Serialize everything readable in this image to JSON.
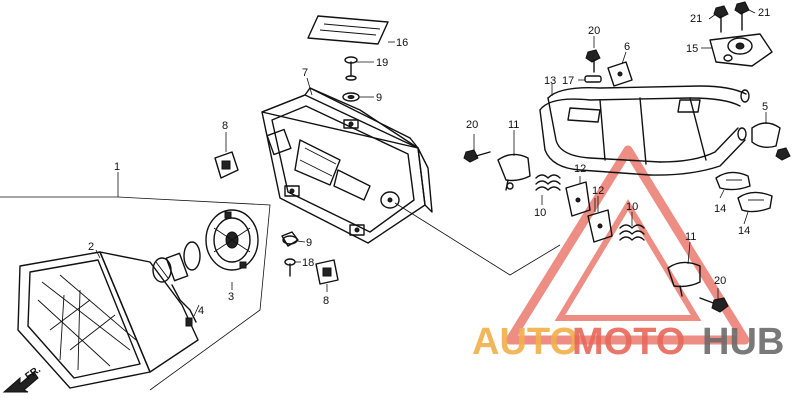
{
  "callouts": [
    {
      "id": "c1",
      "label": "1"
    },
    {
      "id": "c2",
      "label": "2"
    },
    {
      "id": "c3",
      "label": "3"
    },
    {
      "id": "c4",
      "label": "4"
    },
    {
      "id": "c5",
      "label": "5"
    },
    {
      "id": "c6",
      "label": "6"
    },
    {
      "id": "c7",
      "label": "7"
    },
    {
      "id": "c8a",
      "label": "8"
    },
    {
      "id": "c8b",
      "label": "8"
    },
    {
      "id": "c9a",
      "label": "9"
    },
    {
      "id": "c9b",
      "label": "9"
    },
    {
      "id": "c10a",
      "label": "10"
    },
    {
      "id": "c10b",
      "label": "10"
    },
    {
      "id": "c11a",
      "label": "11"
    },
    {
      "id": "c11b",
      "label": "11"
    },
    {
      "id": "c12a",
      "label": "12"
    },
    {
      "id": "c12b",
      "label": "12"
    },
    {
      "id": "c13",
      "label": "13"
    },
    {
      "id": "c14a",
      "label": "14"
    },
    {
      "id": "c14b",
      "label": "14"
    },
    {
      "id": "c15",
      "label": "15"
    },
    {
      "id": "c16",
      "label": "16"
    },
    {
      "id": "c17",
      "label": "17"
    },
    {
      "id": "c18",
      "label": "18"
    },
    {
      "id": "c19",
      "label": "19"
    },
    {
      "id": "c20a",
      "label": "20"
    },
    {
      "id": "c20b",
      "label": "20"
    },
    {
      "id": "c20c",
      "label": "20"
    },
    {
      "id": "c21a",
      "label": "21"
    },
    {
      "id": "c21b",
      "label": "21"
    }
  ],
  "direction_label": "FR.",
  "watermark": {
    "part1": "AUTO",
    "part2": "MOTO",
    "part3": "HUB",
    "colors": {
      "auto": "#f2b04a",
      "moto": "#e8685a",
      "hub": "#6b6b6b",
      "triangle": "#e8685a"
    }
  }
}
